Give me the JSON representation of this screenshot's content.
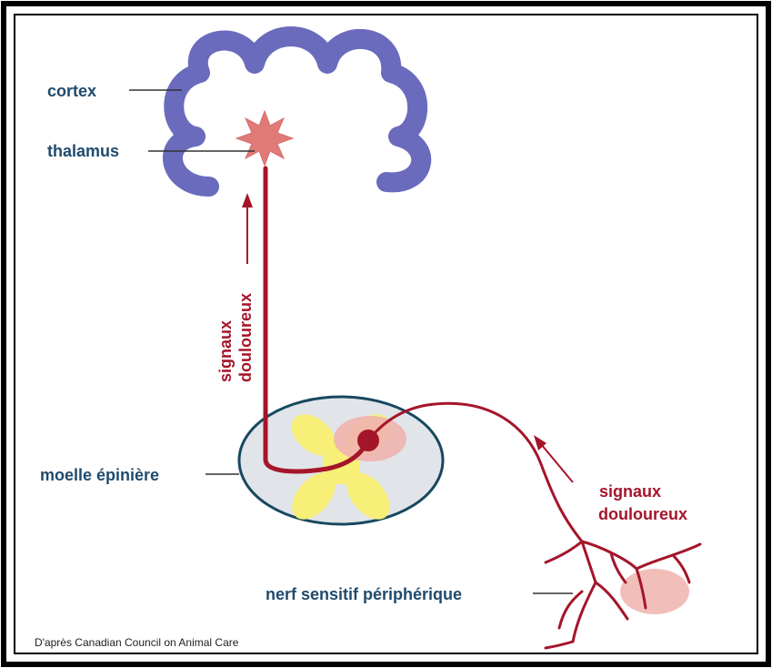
{
  "labels": {
    "cortex": "cortex",
    "thalamus": "thalamus",
    "signals_vertical_1": "signaux",
    "signals_vertical_2": "douloureux",
    "spinal_cord": "moelle épinière",
    "signals_right_1": "signaux",
    "signals_right_2": "douloureux",
    "peripheral_nerve": "nerf sensitif périphérique",
    "credit": "D'après Canadian Council on Animal Care"
  },
  "colors": {
    "label_text": "#1f4b6e",
    "nerve": "#a5152a",
    "cortex": "#6a6bbd",
    "thalamus": "#e07a78",
    "spinal_fill": "#e1e5e9",
    "spinal_outline": "#17485f",
    "grey_matter": "#f7ef78",
    "pain_zone": "#f0b3ae",
    "frame": "#000000"
  }
}
